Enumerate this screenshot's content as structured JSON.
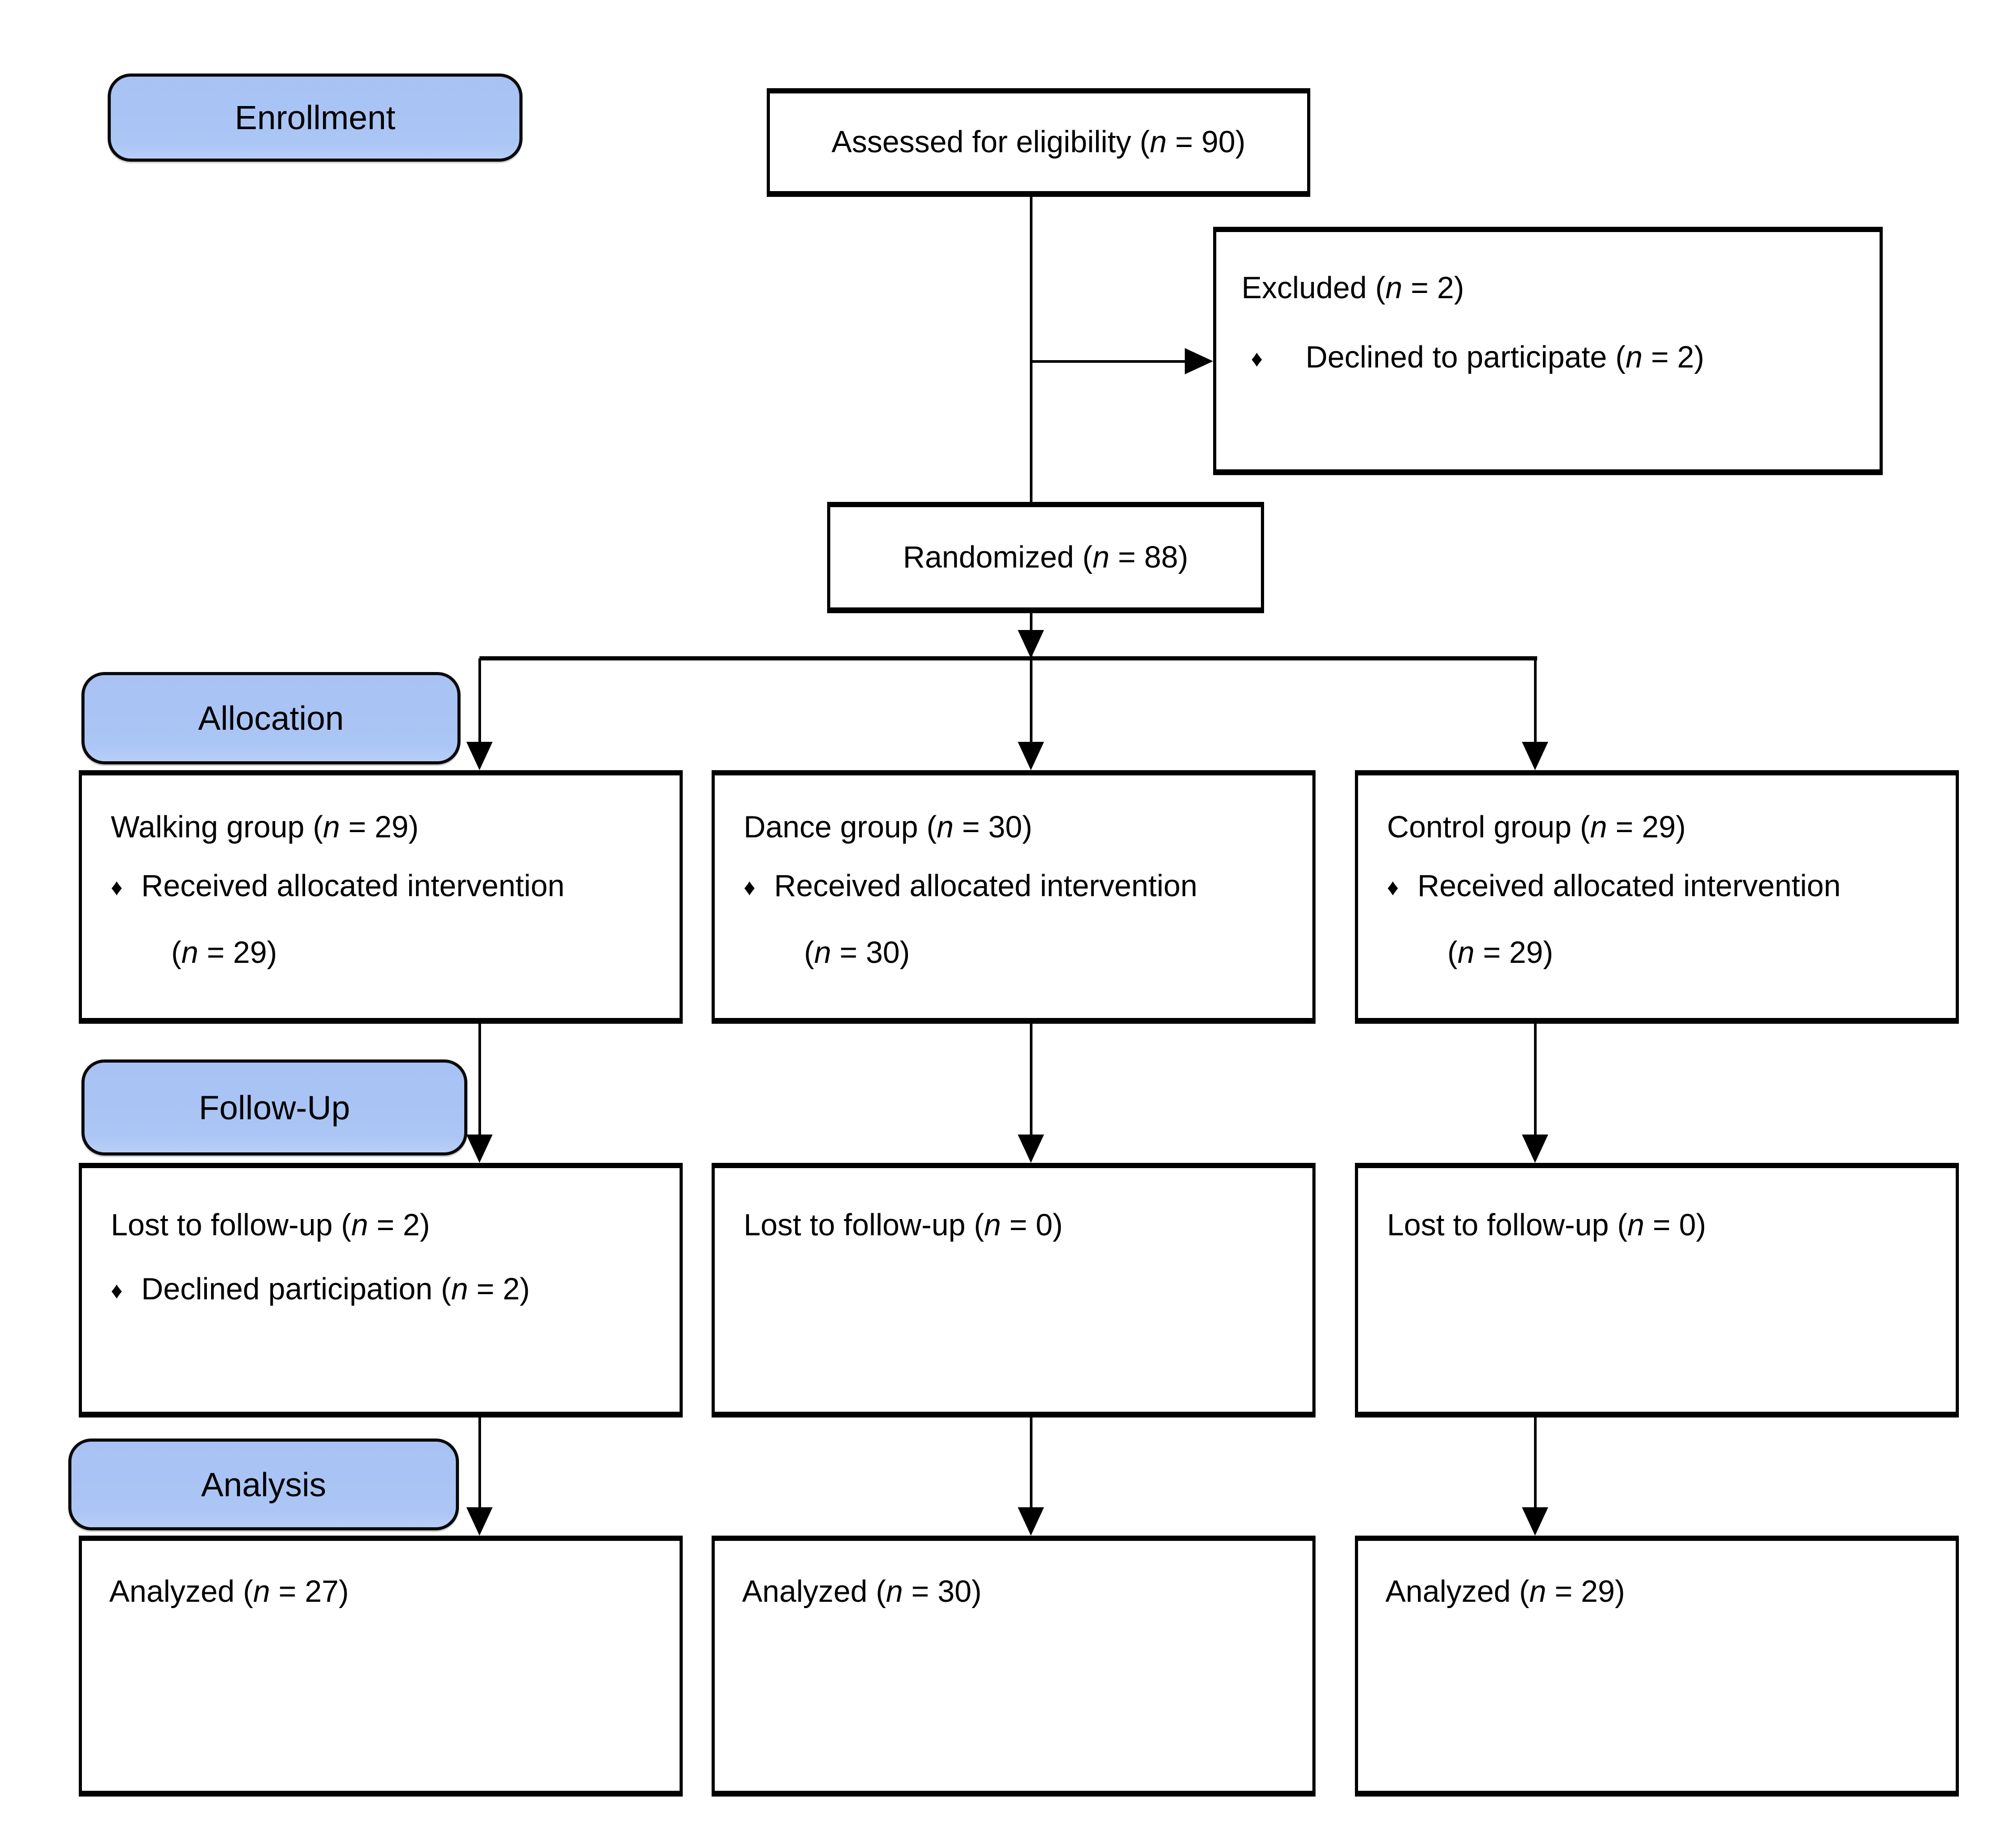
{
  "bullet": "♦",
  "colors": {
    "stage_label_fill": "#a9c4f4",
    "stage_label_border": "#000000",
    "box_border": "#000000",
    "text": "#000000",
    "background": "#ffffff"
  },
  "stages": {
    "enrollment": "Enrollment",
    "allocation": "Allocation",
    "followup": "Follow-Up",
    "analysis": "Analysis"
  },
  "boxes": {
    "assessed": "Assessed for eligibility (n = 90)",
    "excluded": {
      "title": "Excluded (n = 2)",
      "reasons": [
        "Declined to participate (n = 2)"
      ]
    },
    "randomized": "Randomized (n = 88)",
    "allocation": {
      "walking": {
        "title": "Walking group (n = 29)",
        "received": "Received allocated intervention",
        "received_n": "(n = 29)"
      },
      "dance": {
        "title": "Dance group (n = 30)",
        "received": "Received allocated intervention",
        "received_n": "(n = 30)"
      },
      "control": {
        "title": "Control group (n = 29)",
        "received": "Received allocated intervention",
        "received_n": "(n = 29)"
      }
    },
    "followup": {
      "walking": {
        "title": "Lost to follow-up (n = 2)",
        "reason": "Declined participation (n = 2)"
      },
      "dance": {
        "title": "Lost to follow-up (n = 0)"
      },
      "control": {
        "title": "Lost to follow-up (n = 0)"
      }
    },
    "analysis": {
      "walking": "Analyzed (n = 27)",
      "dance": "Analyzed (n = 30)",
      "control": "Analyzed (n = 29)"
    }
  }
}
